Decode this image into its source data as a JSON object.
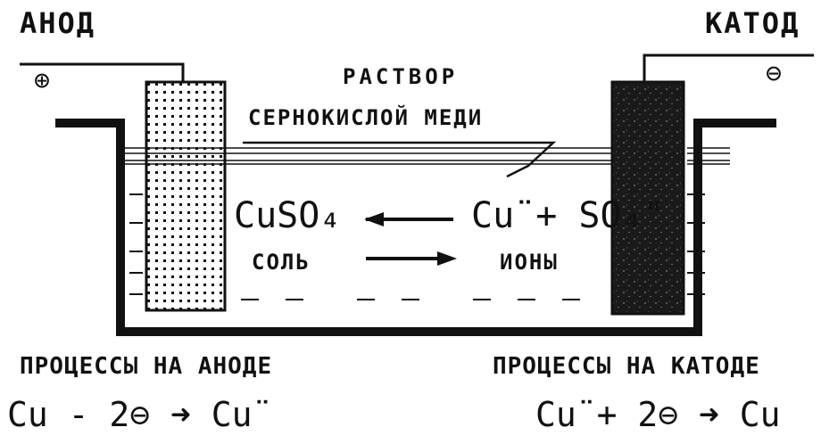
{
  "labels": {
    "anode": "АНОД",
    "cathode": "КАТОД",
    "anode_sign": "⊕",
    "cathode_sign": "⊖",
    "solution_line1": "РАСТВОР",
    "solution_line2": "СЕРНОКИСЛОЙ МЕДИ",
    "left_formula": "CuSO₄",
    "left_caption": "СОЛЬ",
    "right_formula": "Cu¨+ SO₄\"",
    "right_caption": "ИОНЫ",
    "anode_process": "ПРОЦЕССЫ НА АНОДЕ",
    "cathode_process": "ПРОЦЕССЫ НА КАТОДЕ",
    "anode_reaction": "Cu - 2⊖ ➜ Cu¨",
    "cathode_reaction": "Cu¨+ 2⊖ ➜ Cu"
  },
  "colors": {
    "ink": "#111111",
    "cathode_fill": "#1a1a1a"
  }
}
